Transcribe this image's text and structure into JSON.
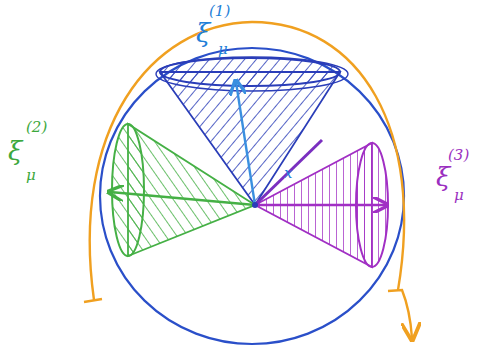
{
  "diagram": {
    "labels": [
      "(1)",
      "ξ",
      "μ",
      "(2)",
      "ξ",
      "μ",
      "(3)",
      "ξ",
      "μ",
      "x"
    ]
  }
}
